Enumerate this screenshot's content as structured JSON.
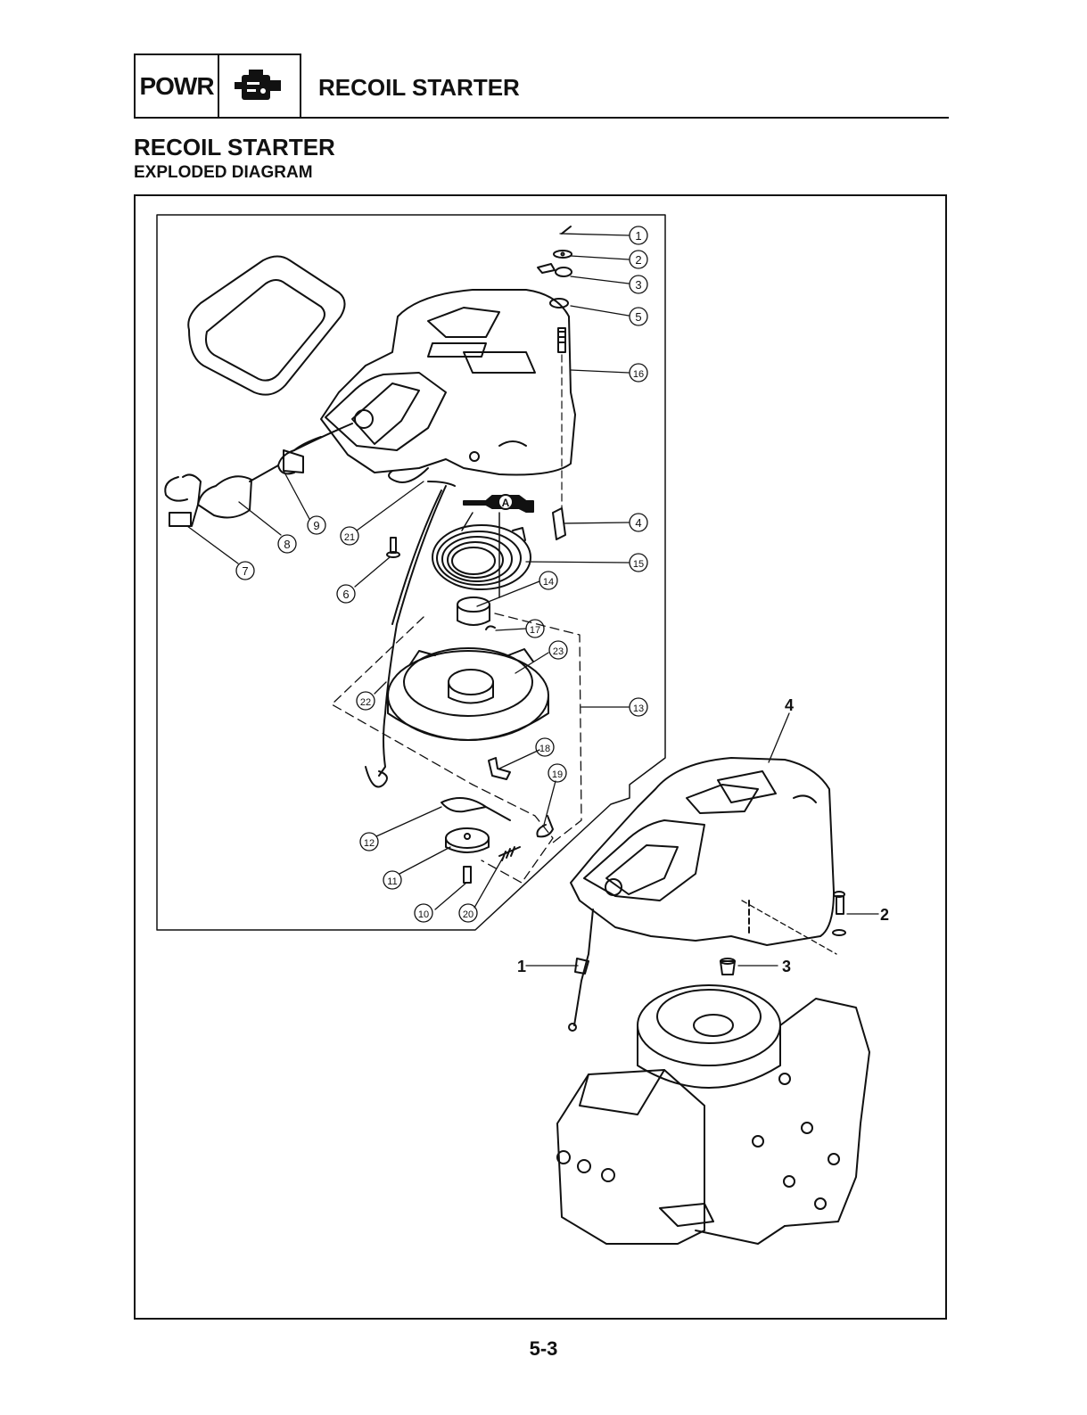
{
  "header": {
    "section_code": "POWR",
    "section_icon": "engine-icon",
    "chapter_title": "RECOIL STARTER"
  },
  "page": {
    "title": "RECOIL STARTER",
    "subtitle": "EXPLODED DIAGRAM",
    "page_number": "5-3"
  },
  "callouts_exploded": [
    "1",
    "2",
    "3",
    "5",
    "16",
    "4",
    "15",
    "14",
    "17",
    "23",
    "13",
    "18",
    "19",
    "12",
    "11",
    "10",
    "20",
    "9",
    "8",
    "7",
    "21",
    "6",
    "22"
  ],
  "callouts_installed": [
    "1",
    "2",
    "3",
    "4"
  ],
  "lubricant_mark": "A"
}
